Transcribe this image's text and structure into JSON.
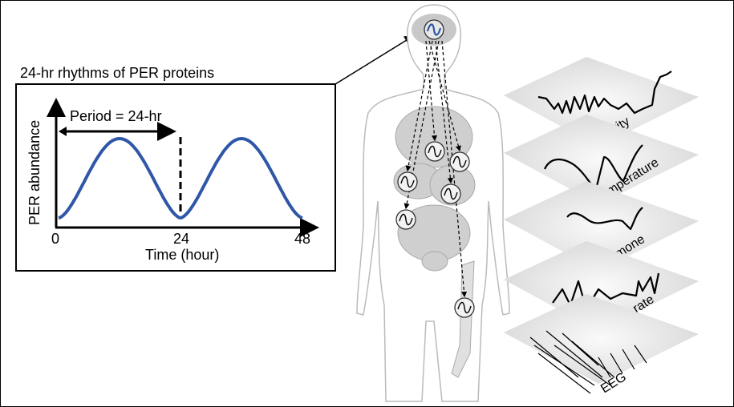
{
  "inset": {
    "title": "24-hr rhythms of PER proteins",
    "period_label": "Period = 24-hr",
    "y_label": "PER abundance",
    "x_label": "Time (hour)",
    "x_ticks": [
      "0",
      "24",
      "48"
    ],
    "period_hours": 24,
    "x_range": [
      0,
      48
    ],
    "curve_color": "#2f57a8"
  },
  "layers": [
    {
      "label": "Activity"
    },
    {
      "label": "Temperature"
    },
    {
      "label": "Hormone"
    },
    {
      "label": "Heart rate"
    },
    {
      "label": "EEG"
    }
  ],
  "clock_icon_color": "#2f57a8"
}
